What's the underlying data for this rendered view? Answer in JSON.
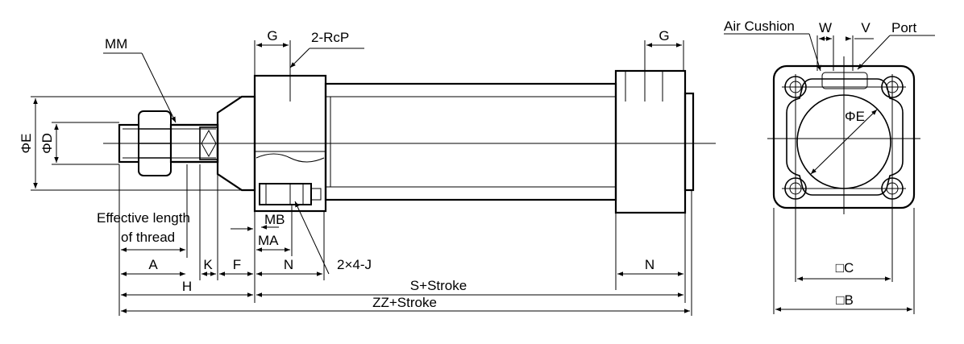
{
  "labels": {
    "mm": "MM",
    "phi_e": "ΦE",
    "phi_d": "ΦD",
    "g_left": "G",
    "rcp": "2-RcP",
    "g_right": "G",
    "effective_line1": "Effective length",
    "effective_line2": "of thread",
    "mb": "MB",
    "ma": "MA",
    "a": "A",
    "k": "K",
    "f": "F",
    "n_left": "N",
    "j": "2×4-J",
    "n_right": "N",
    "h": "H",
    "s_stroke": "S+Stroke",
    "zz_stroke": "ZZ+Stroke",
    "air_cushion": "Air Cushion",
    "w": "W",
    "v": "V",
    "port": "Port",
    "phi_e_end": "ΦE",
    "c": "□C",
    "b": "□B"
  }
}
